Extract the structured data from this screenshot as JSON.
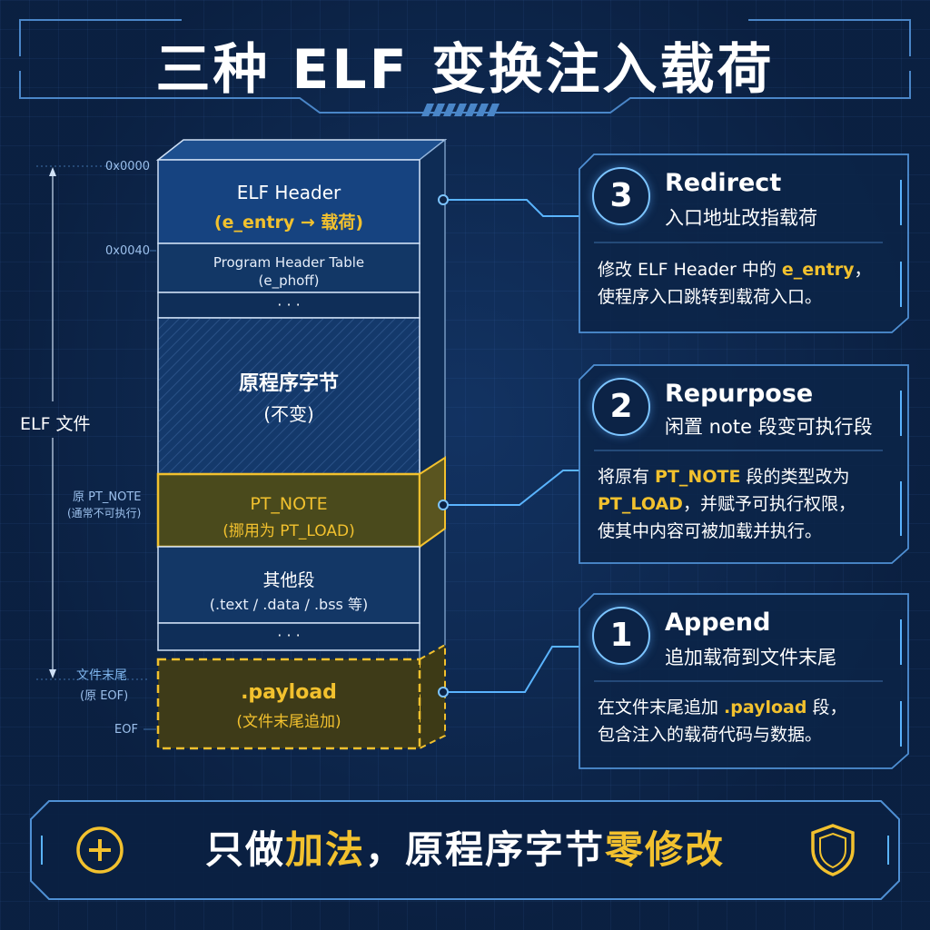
{
  "title": "三种 ELF 变换注入载荷",
  "left_labels": {
    "offset_0": "0x0000",
    "offset_40": "0x0040",
    "elf_file": "ELF 文件",
    "pt_note_1": "原 PT_NOTE",
    "pt_note_2": "(通常不可执行)",
    "file_end_1": "文件末尾",
    "file_end_2": "(原 EOF)",
    "eof": "EOF"
  },
  "segments": {
    "elf_header": {
      "title": "ELF Header",
      "sub_prefix": "(",
      "sub_highlight": "e_entry → 载荷",
      "sub_suffix": ")"
    },
    "pht": {
      "title": "Program Header Table",
      "sub": "(e_phoff)"
    },
    "ellipsis_1": "· · ·",
    "original": {
      "title": "原程序字节",
      "sub": "(不变)"
    },
    "pt_note": {
      "title": "PT_NOTE",
      "sub": "(挪用为 PT_LOAD)"
    },
    "other": {
      "title": "其他段",
      "sub": "(.text / .data / .bss 等)"
    },
    "ellipsis_2": "· · ·",
    "payload": {
      "title": ".payload",
      "sub": "(文件末尾追加)"
    }
  },
  "cards": [
    {
      "number": "3",
      "title": "Redirect",
      "subtitle": "入口地址改指载荷",
      "line1_a": "修改 ELF Header 中的 ",
      "line1_h": "e_entry",
      "line1_b": "，",
      "line2": "使程序入口跳转到载荷入口。"
    },
    {
      "number": "2",
      "title": "Repurpose",
      "subtitle": "闲置 note 段变可执行段",
      "line1_a": "将原有 ",
      "line1_h": "PT_NOTE",
      "line1_b": " 段的类型改为",
      "line2_h": "PT_LOAD",
      "line2_b": "，并赋予可执行权限，",
      "line3": "使其中内容可被加载并执行。"
    },
    {
      "number": "1",
      "title": "Append",
      "subtitle": "追加载荷到文件末尾",
      "line1_a": "在文件末尾追加 ",
      "line1_h": ".payload",
      "line1_b": " 段，",
      "line2": "包含注入的载荷代码与数据。"
    }
  ],
  "bottom": {
    "part1": "只做",
    "part2": "加法",
    "part3": "，原程序字节",
    "part4": "零修改"
  },
  "colors": {
    "accent": "#f2c12e",
    "line": "#5ab4ff",
    "background": "#0c2346"
  }
}
